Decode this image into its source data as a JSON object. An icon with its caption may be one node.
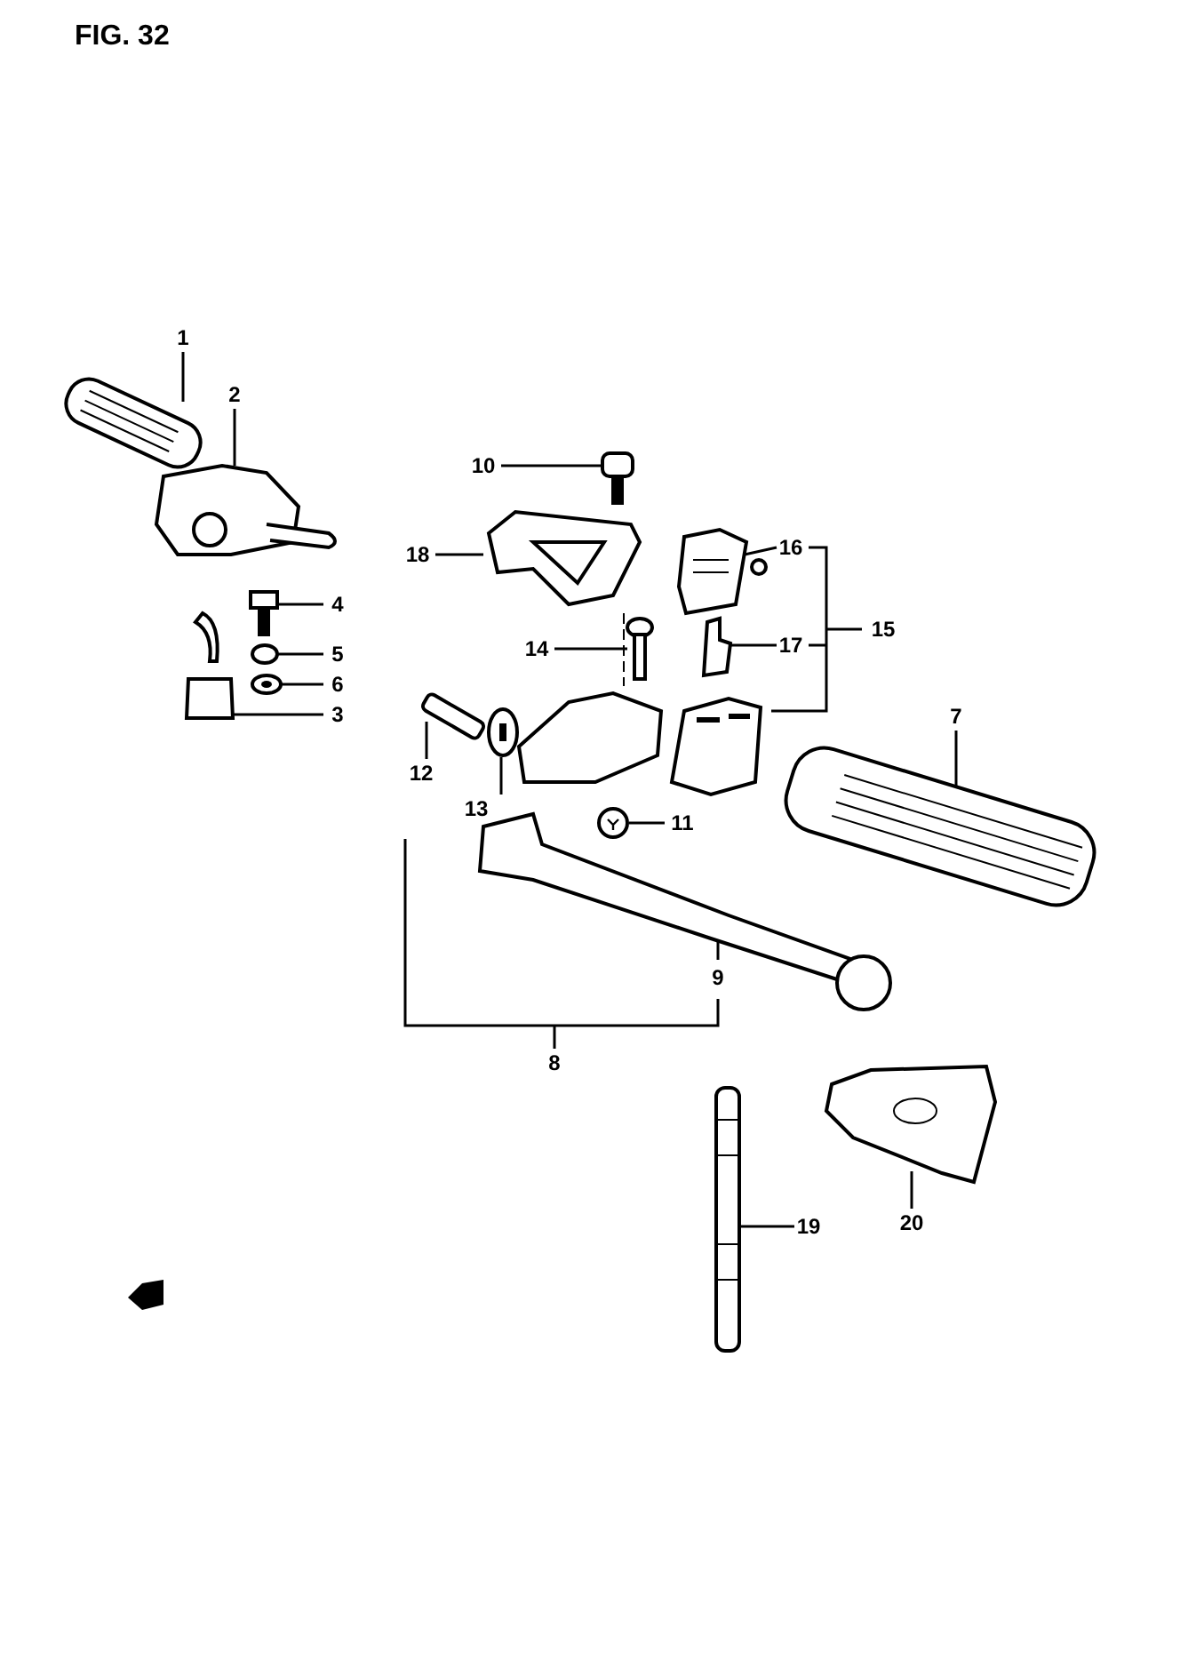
{
  "diagram": {
    "title": "FIG. 32",
    "nodes": [
      {
        "text": [
          "1"
        ]
      },
      {
        "text": [],
        "shape": "picture"
      },
      {
        "text": [
          "2"
        ]
      },
      {
        "text": [],
        "shape": "picture"
      },
      {
        "text": [
          "3"
        ]
      },
      {
        "text": [],
        "shape": "picture"
      },
      {
        "text": [
          "4"
        ]
      },
      {
        "text": [],
        "shape": "picture"
      },
      {
        "text": [
          "5"
        ]
      },
      {
        "text": [],
        "shape": "picture"
      },
      {
        "text": [
          "6"
        ]
      },
      {
        "text": [],
        "shape": "picture"
      },
      {
        "text": [
          "7"
        ]
      },
      {
        "text": [],
        "shape": "picture"
      },
      {
        "text": [
          "9"
        ]
      },
      {
        "text": [],
        "shape": "picture"
      },
      {
        "text": [
          "10"
        ]
      },
      {
        "text": [],
        "shape": "picture"
      },
      {
        "text": [
          "11"
        ]
      },
      {
        "text": [],
        "shape": "picture"
      },
      {
        "text": [
          "12"
        ]
      },
      {
        "text": [],
        "shape": "picture"
      },
      {
        "text": [
          "13"
        ]
      },
      {
        "text": [],
        "shape": "picture"
      },
      {
        "text": [
          "14"
        ]
      },
      {
        "text": [],
        "shape": "picture"
      },
      {
        "text": [
          "16"
        ]
      },
      {
        "text": [],
        "shape": "picture"
      },
      {
        "text": [
          "17"
        ]
      },
      {
        "text": [],
        "shape": "picture"
      },
      {
        "text": [
          "18"
        ]
      },
      {
        "text": [],
        "shape": "picture"
      },
      {
        "text": [
          "19"
        ]
      },
      {
        "text": [],
        "shape": "picture"
      },
      {
        "text": [
          "20"
        ]
      },
      {
        "text": [],
        "shape": "picture"
      },
      {
        "text": [],
        "shape": "picture"
      },
      {
        "text": [],
        "shape": "picture"
      }
    ],
    "edges": [
      {
        "from": 0,
        "to": 1,
        "arrow": "none"
      },
      {
        "from": 2,
        "to": 3,
        "arrow": "none"
      },
      {
        "from": 4,
        "to": 5,
        "arrow": "none"
      },
      {
        "from": 6,
        "to": 7,
        "arrow": "none"
      },
      {
        "from": 8,
        "to": 9,
        "arrow": "none"
      },
      {
        "from": 10,
        "to": 11,
        "arrow": "none"
      },
      {
        "from": 12,
        "to": 13,
        "arrow": "none"
      },
      {
        "from": 14,
        "to": 15,
        "arrow": "none"
      },
      {
        "from": 16,
        "to": 17,
        "arrow": "none"
      },
      {
        "from": 18,
        "to": 19,
        "arrow": "none"
      },
      {
        "from": 20,
        "to": 21,
        "arrow": "none"
      },
      {
        "from": 22,
        "to": 23,
        "arrow": "none"
      },
      {
        "from": 24,
        "to": 25,
        "arrow": "none"
      },
      {
        "from": 26,
        "to": 27,
        "arrow": "none"
      },
      {
        "from": 28,
        "to": 29,
        "arrow": "none"
      },
      {
        "from": 30,
        "to": 31,
        "arrow": "none"
      },
      {
        "from": 32,
        "to": 33,
        "arrow": "none"
      },
      {
        "from": 34,
        "to": 35,
        "arrow": "none"
      }
    ],
    "labels": [
      "15",
      "8"
    ]
  }
}
